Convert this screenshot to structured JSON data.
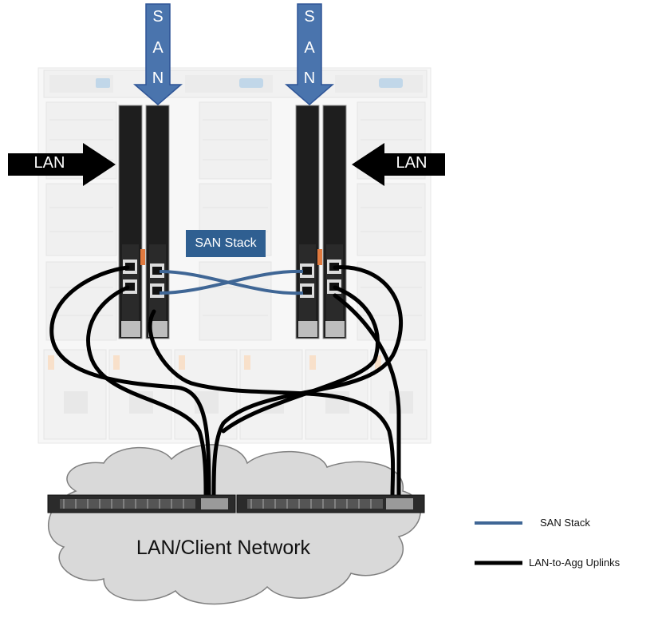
{
  "san_arrows": [
    {
      "letters": [
        "S",
        "A",
        "N"
      ]
    },
    {
      "letters": [
        "S",
        "A",
        "N"
      ]
    }
  ],
  "lan_arrows": [
    "LAN",
    "LAN"
  ],
  "san_stack_box": "SAN Stack",
  "cloud_label": "LAN/Client Network",
  "legend": [
    {
      "label": "SAN Stack",
      "color": "#3f6695"
    },
    {
      "label": "LAN-to-Agg Uplinks",
      "color": "#000000"
    }
  ],
  "colors": {
    "san": "#3f6695",
    "san_arrow": "#4a74ad",
    "lan_cable": "#000000",
    "cloud": "#d9d9d9"
  }
}
